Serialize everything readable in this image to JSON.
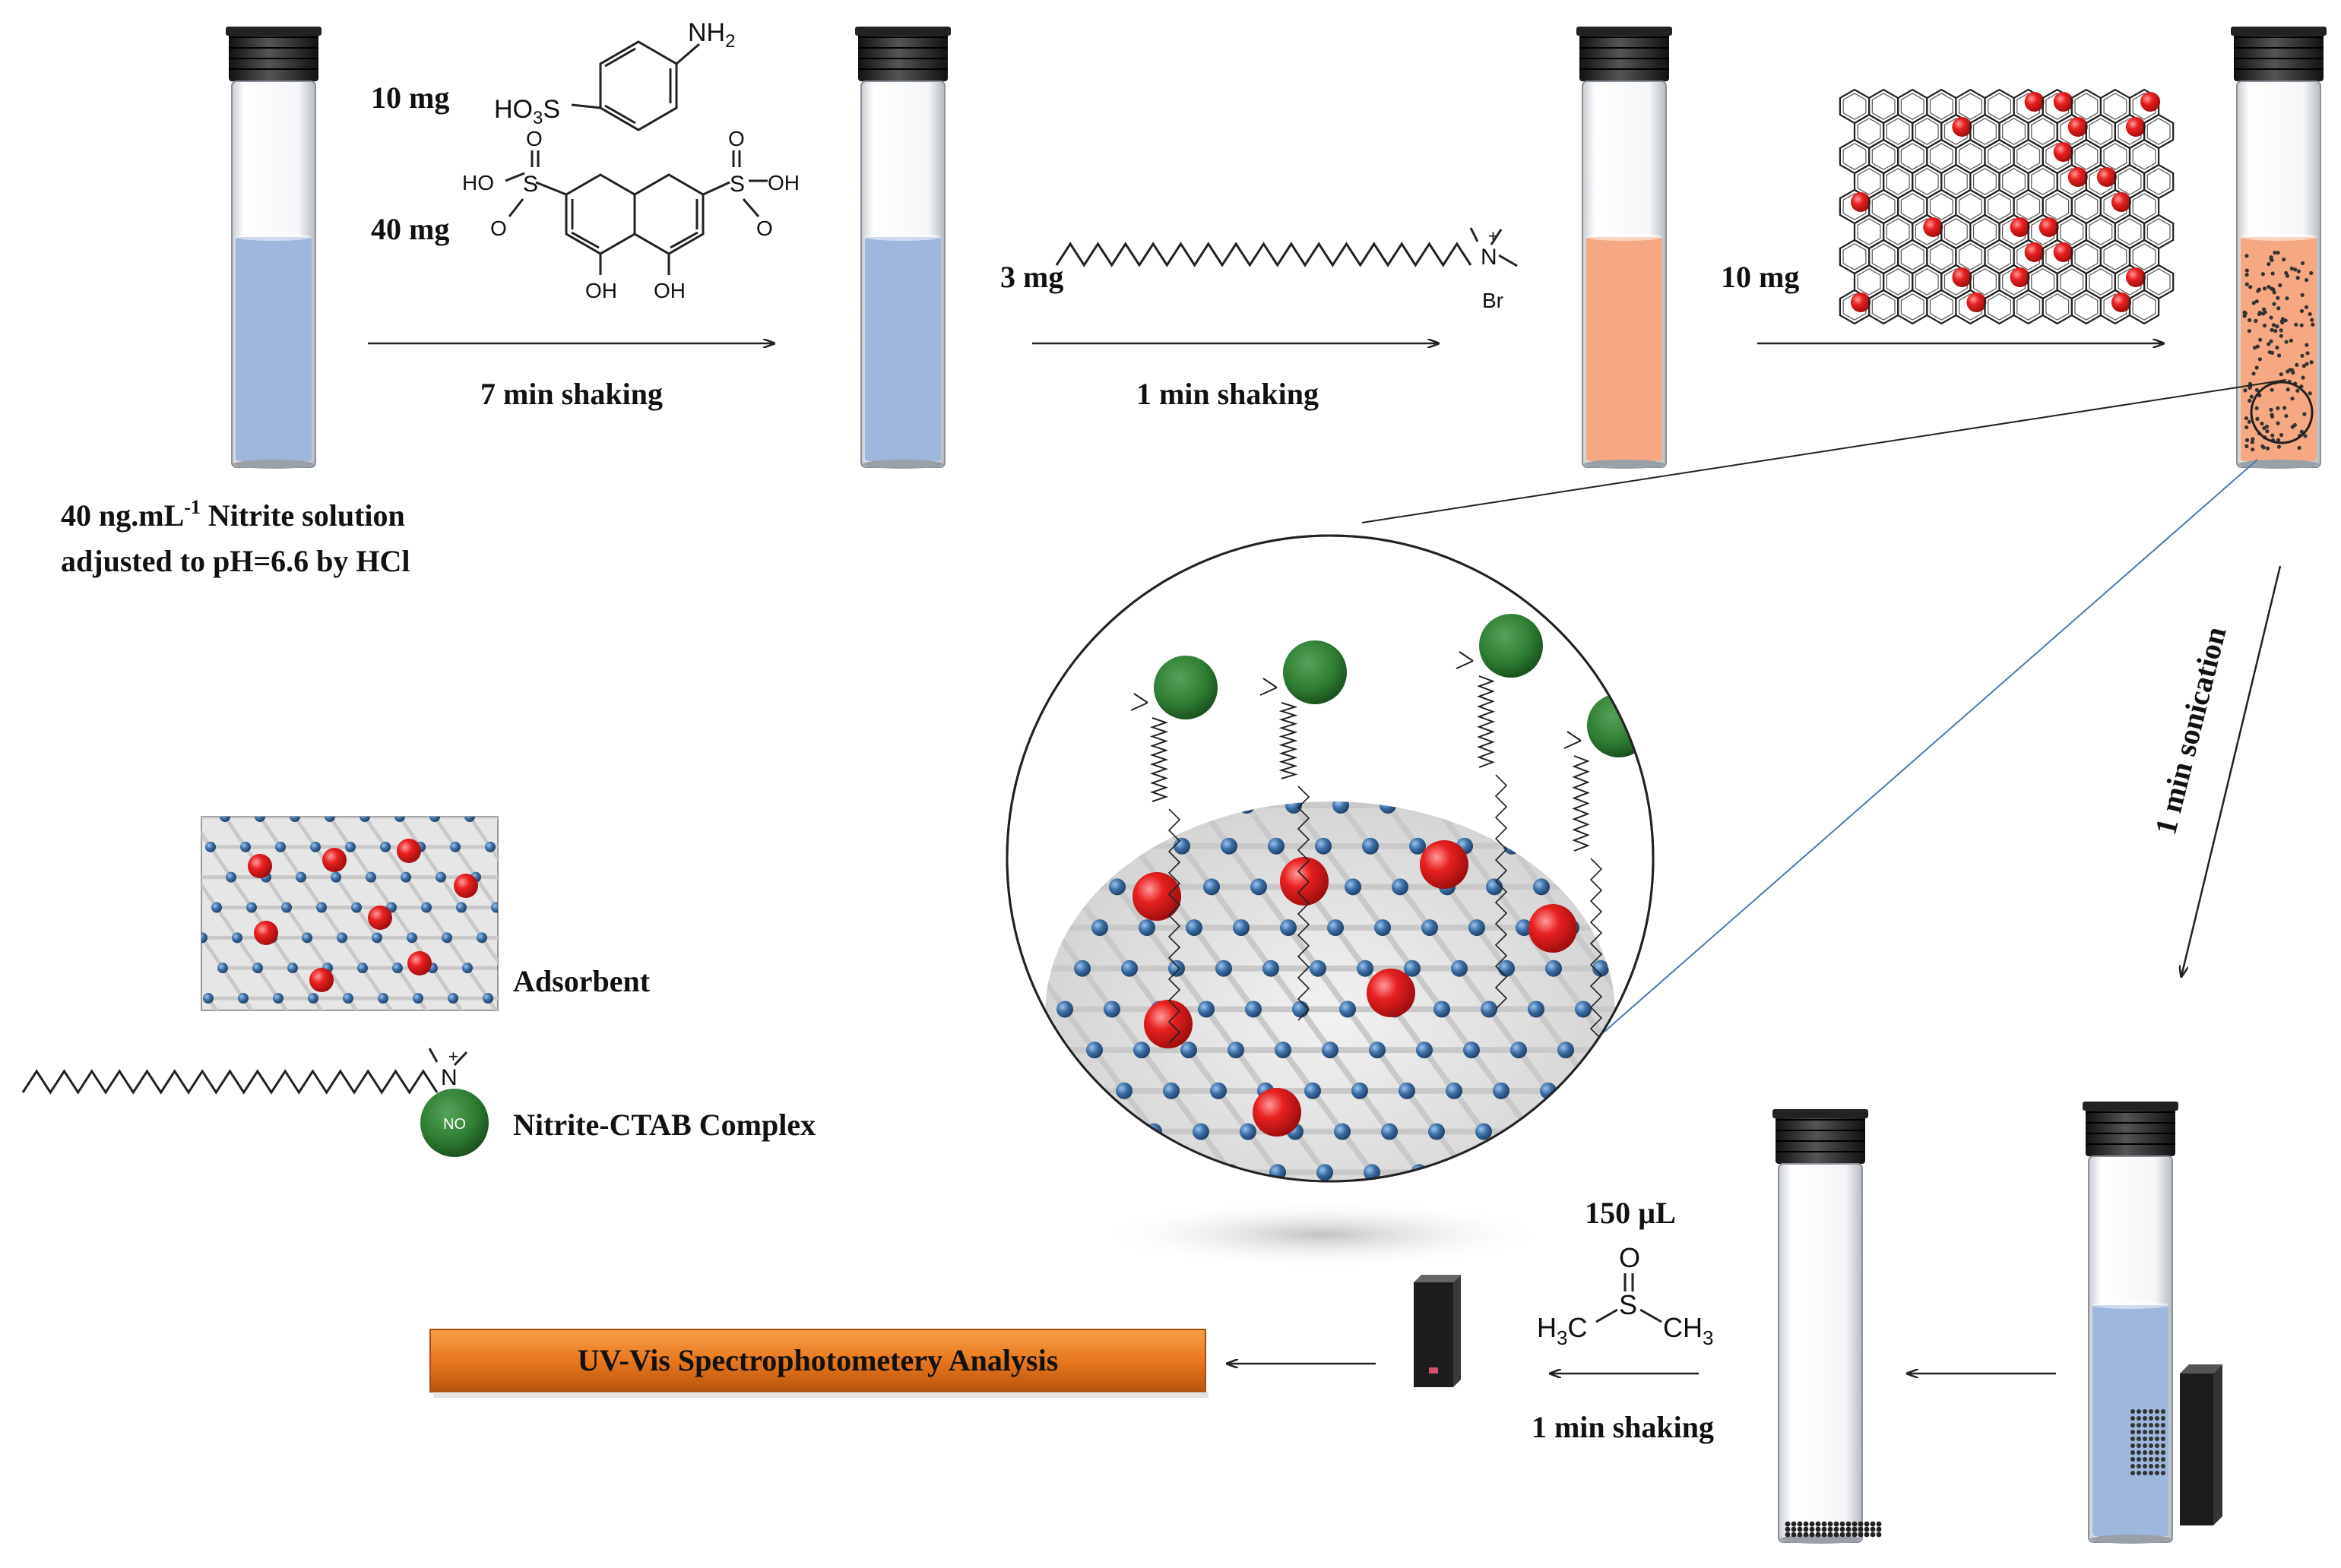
{
  "labels": {
    "step1_mass1": "10 mg",
    "step1_mass2": "40 mg",
    "step1_time": "7 min shaking",
    "step2_mass": "3 mg",
    "step2_time": "1 min shaking",
    "step3_mass": "10 mg",
    "sonication": "1 min sonication",
    "sample_line1": "40 ng.mL",
    "sample_sup": "-1",
    "sample_line1_rest": " Nitrite solution",
    "sample_line2": "adjusted to pH=6.6 by HCl",
    "legend_adsorbent": "Adsorbent",
    "legend_complex": "Nitrite-CTAB Complex",
    "solvent_volume": "150 µL",
    "final_time": "1 min shaking",
    "analysis": "UV-Vis Spectrophotometery  Analysis"
  },
  "chem": {
    "nh2": "NH",
    "nh2_sub": "2",
    "ho3s": "HO",
    "ho3s_sub": "3",
    "ho3s_end": "S",
    "ho": "HO",
    "oh": "OH",
    "o": "O",
    "s": "S",
    "oh_bottom_left": "OH",
    "oh_bottom_right": "OH",
    "n_plus": "N",
    "plus": "+",
    "br": "Br",
    "no3": "NO",
    "dmso_o": "O",
    "dmso_s": "S",
    "h3c": "H",
    "h3c_sub": "3",
    "h3c_end": "C",
    "ch3": "CH",
    "ch3_sub": "3"
  },
  "colors": {
    "blue_solution": "#9db7dd",
    "orange_solution": "#f6a882",
    "nanoparticle_red": "#e02020",
    "complex_green": "#2e7d32",
    "graphene_node": "#3b6ea5",
    "analysis_box": "#e8781e"
  },
  "icons": [
    "test-tube-icon",
    "cuvette-icon",
    "magnet-icon",
    "graphene-sheet-icon",
    "arrow-icon"
  ]
}
